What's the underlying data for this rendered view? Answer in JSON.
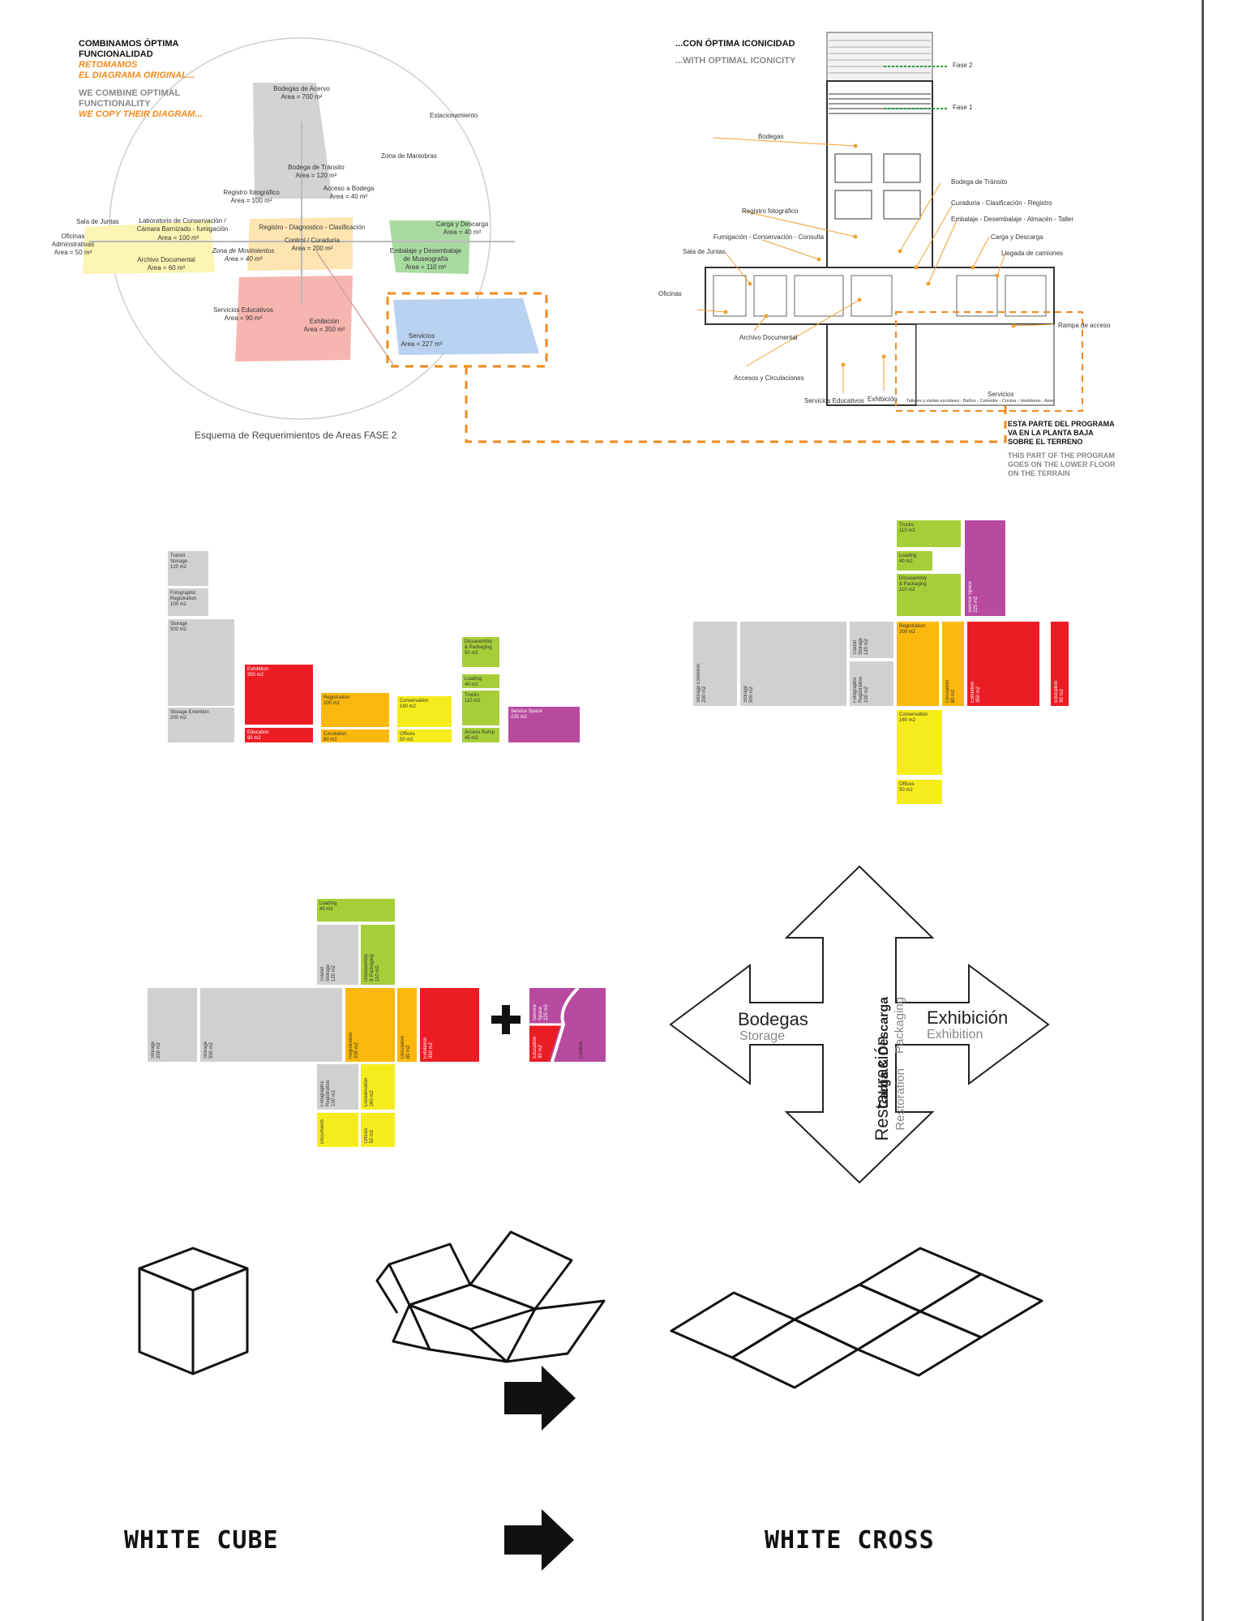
{
  "section_top_left": {
    "heading_es": "COMBINAMOS ÓPTIMA\nFUNCIONALIDAD",
    "subheading_es": "RETOMAMOS\nEL DIAGRAMA ORIGINAL...",
    "heading_en": "WE COMBINE OPTIMAL\nFUNCTIONALITY",
    "subheading_en": "WE COPY THEIR DIAGRAM...",
    "caption": "Esquema de Requerimientos de Areas FASE 2",
    "labels": {
      "bodegas_acervo": "Bodegas de Acervo",
      "bodegas_acervo_area": "Area = 700 m²",
      "estacionamiento": "Estacionamiento",
      "zona_maniobras": "Zona de Maniobras",
      "bodega_transito": "Bodega de Tránsito",
      "bodega_transito_area": "Area = 120 m²",
      "registro_foto": "Registro fotográfico",
      "registro_foto_area": "Area = 100 m²",
      "acceso_bodega": "Acceso a Bodega",
      "acceso_bodega_area": "Area = 40 m²",
      "sala_juntas": "Sala de Juntas",
      "laboratorio": "Laboratorio de Conservación /\nCámara Barnizado - fumigación",
      "laboratorio_area": "Area = 100 m²",
      "oficinas": "Oficinas\nAdminstrativas\nArea = 50 m²",
      "archivo": "Archivo Documental",
      "archivo_area": "Area = 60 m²",
      "registro_diag": "Registro - Diagnostico - Clasificación",
      "control": "Control / Curaduría",
      "control_area": "Area = 200 m²",
      "zona_mov": "Zona de Movimientos",
      "zona_mov_area": "Area = 40 m²",
      "carga": "Carga y Descarga",
      "carga_area": "Area = 40 m²",
      "embalaje": "Embalaje y Desembalaje\nde Museografía",
      "embalaje_area": "Area = 110 m²",
      "serv_edu": "Servicios Educativos",
      "serv_edu_area": "Area = 90 m²",
      "exhibicion": "Exhibición",
      "exhibicion_area": "Area = 350 m²",
      "servicios": "Servicios",
      "servicios_area": "Area = 227 m²"
    }
  },
  "section_top_right": {
    "heading_es": "...CON ÓPTIMA ICONICIDAD",
    "heading_en": "...WITH OPTIMAL ICONICITY",
    "fase2": "Fase 2",
    "fase1": "Fase 1",
    "bodegas": "Bodegas",
    "bodega_transito": "Bodega de Tránsito",
    "registro_foto": "Registro fotográfico",
    "curaduria": "Curaduría - Clasificación - Registro",
    "embalaje": "Embalaje - Desembalaje - Almacén - Taller",
    "fumigacion": "Fumigación - Conservación - Consulta",
    "carga": "Carga y Descarga",
    "sala_juntas": "Sala de Juntas",
    "llegada": "Llegada de camiones",
    "oficinas": "Oficinas",
    "rampa": "Rampa de acceso",
    "archivo": "Archivo Documental",
    "accesos": "Accesos y Circulaciones",
    "serv_edu": "Servicios Educativos",
    "exhibicion": "Exhibición",
    "servicios": "Servicios",
    "servicios_sub": "Talleres y visitas escolares - Baños - Comedor - Cocina - Vestidores - Aseo",
    "note_es": "ESTA PARTE DEL PROGRAMA\nVA EN LA PLANTA BAJA\nSOBRE EL TERRENO",
    "note_en": "THIS PART OF THE PROGRAM\nGOES ON THE LOWER FLOOR\nON THE TERRAIN"
  },
  "blocks_row": {
    "transit_storage": "Transit\nStorage\n120 m2",
    "fotographic": "Fotographic\nRegistration\n100 m2",
    "storage": "Storage\n500 m2",
    "storage_ext": "Storage Extention\n200 m2",
    "exhibition": "Exhibition\n350 m2",
    "education": "Education\n90 m2",
    "registration": "Registration\n200 m2",
    "circulation": "Circulation\n80 m2",
    "conservation": "Conservation\n160 m2",
    "offices": "Offices\n50 m2",
    "disassembly": "Dissasembly\n& Packaging\n50 m2",
    "loading": "Loading\n40 m2",
    "trucks": "Trucks\n110 m2",
    "access_ramp": "Access Ramp\n45 m2",
    "service_space": "Service Space\n225 m2"
  },
  "blocks_cross": {
    "trucks": "Trucks\n110 m2",
    "loading": "Loading\n40 m2",
    "disassembly": "Dissasembly\n& Packaging\n110 m2",
    "service_space": "Service Space\n225 m2",
    "storage_ext": "Storage Extention\n200 m2",
    "storage": "Storage\n500 m2",
    "transit": "Transit\nStorage\n120 m2",
    "fotographic": "Fotographic\nRegistration\n100 m2",
    "registration": "Registration\n200 m2",
    "circulation": "Circulation\n80 m2",
    "exhibition": "Exhibition\n350 m2",
    "education": "Education\n90 m2",
    "conservation": "Conservation\n160 m2",
    "offices": "Offices\n50 m2"
  },
  "blocks_plus": {
    "loading": "Loading\n40 m2",
    "transit": "Transit\nStorage\n120 m2",
    "disassembly": "Dissasembly\n& Packaging\n110 m2",
    "storage1": "Storage\n200 m2",
    "storage2": "Storage\n500 m2",
    "registration": "Registration\n200 m2",
    "circulation": "Circulation\n80 m2",
    "exhibition": "Exhibition\n350 m2",
    "fotographic": "Fotographic\nRegistration\n100 m2",
    "conservation": "Conservation\n160 m2",
    "documents": "Documents",
    "offices": "Offices\n50 m2",
    "service": "Service\nSpace\n225 m2",
    "education": "Education\n90 m2",
    "cantina": "Cantina"
  },
  "cross_arrows": {
    "top_main": "Carga & Descarga",
    "top_sub": "Packaging",
    "left_main": "Bodegas",
    "left_sub": "Storage",
    "right_main": "Exhibición",
    "right_sub": "Exhibition",
    "bottom_main": "Restauración",
    "bottom_sub": "Restoration"
  },
  "captions": {
    "left": "WHITE CUBE",
    "right": "WHITE CROSS"
  },
  "colors": {
    "orange": "#f08a1e",
    "gray": "#d0d0d2",
    "yellow": "#f6ec1c",
    "amber": "#fbb80c",
    "red": "#ec1c24",
    "green": "#a6ce39",
    "purple": "#b84aa0"
  }
}
